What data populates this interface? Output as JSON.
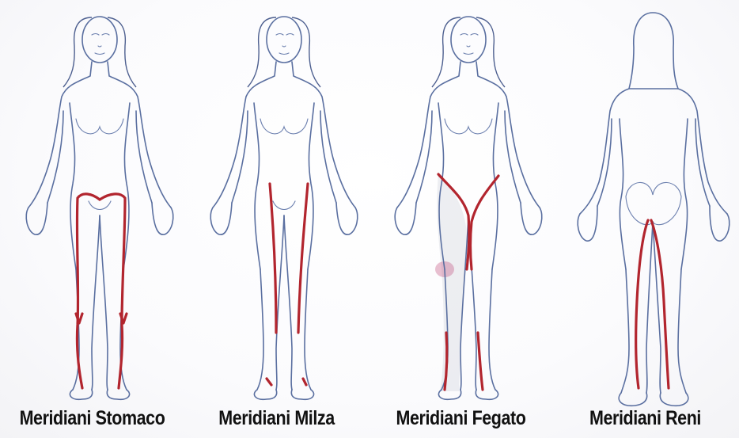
{
  "panels": [
    {
      "id": "stomaco",
      "caption": "Meridiani Stomaco",
      "view": "front"
    },
    {
      "id": "milza",
      "caption": "Meridiani Milza",
      "view": "front"
    },
    {
      "id": "fegato",
      "caption": "Meridiani Fegato",
      "view": "front"
    },
    {
      "id": "reni",
      "caption": "Meridiani Reni",
      "view": "back"
    }
  ],
  "colors": {
    "meridian": "#b2252e",
    "outline": "#5a6fa0",
    "caption": "#111111"
  }
}
